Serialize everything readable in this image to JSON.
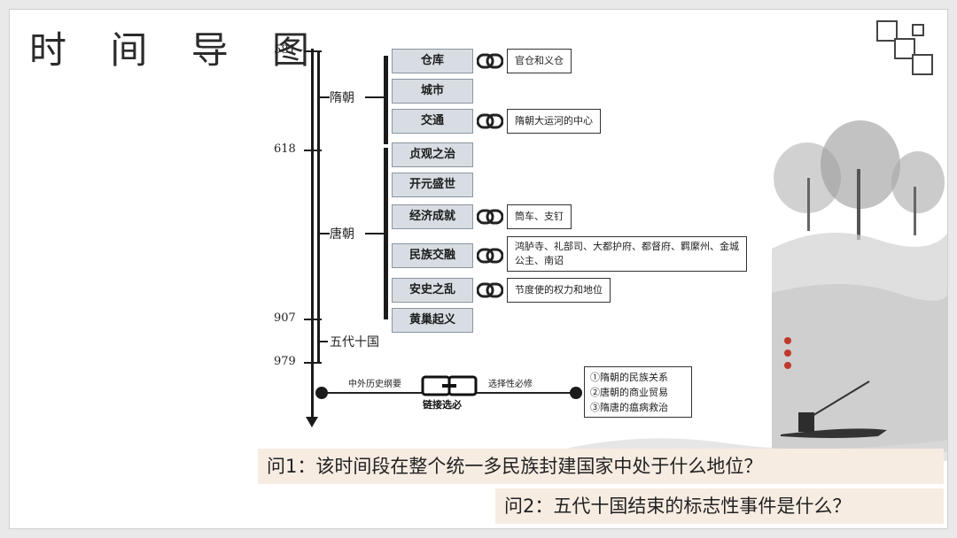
{
  "title": "时 间 导 图",
  "years": [
    "581",
    "618",
    "907",
    "979"
  ],
  "dynasties": {
    "sui": "隋朝",
    "tang": "唐朝",
    "wudai": "五代十国"
  },
  "sui_nodes": [
    "仓库",
    "城市",
    "交通"
  ],
  "tang_nodes": [
    "贞观之治",
    "开元盛世",
    "经济成就",
    "民族交融",
    "安史之乱",
    "黄巢起义"
  ],
  "notes": {
    "cangku": "官仓和义仓",
    "jiaotong": "隋朝大运河的中心",
    "jingji": "筒车、支钉",
    "minzu_line1": "鸿胪寺、礼部司、大都护府、都督府、羁縻州、金城",
    "minzu_line2": "公主、南诏",
    "anshi": "节度使的权力和地位"
  },
  "bottom_link": {
    "left_label": "中外历史纲要",
    "right_label": "选择性必修",
    "center_label": "链接选必",
    "options": [
      "①隋朝的民族关系",
      "②唐朝的商业贸易",
      "③隋唐的瘟病救治"
    ]
  },
  "questions": {
    "q1": "问1：该时间段在整个统一多民族封建国家中处于什么地位？",
    "q2": "问2：五代十国结束的标志性事件是什么？"
  },
  "colors": {
    "node_fill": "#d8dde3",
    "question_bg": "#f7ece2",
    "axis": "#1b1b1b"
  }
}
